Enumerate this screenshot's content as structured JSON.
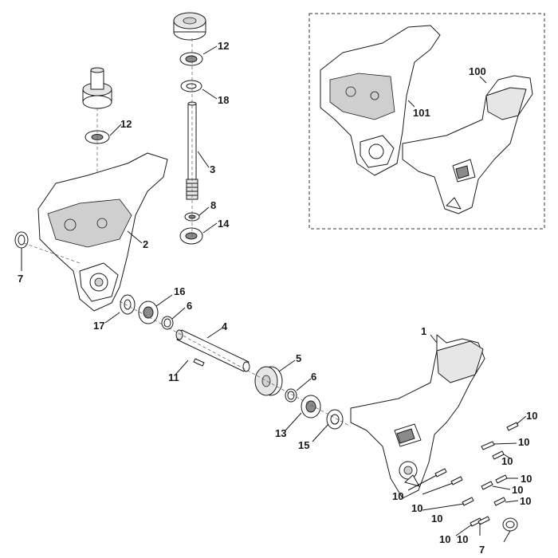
{
  "callouts": {
    "c12a": "12",
    "c18": "18",
    "c3": "3",
    "c12b": "12",
    "c8": "8",
    "c14": "14",
    "c2": "2",
    "c7a": "7",
    "c16": "16",
    "c6a": "6",
    "c17": "17",
    "c4": "4",
    "c11": "11",
    "c5": "5",
    "c6b": "6",
    "c13": "13",
    "c15": "15",
    "c1": "1",
    "c100": "100",
    "c101": "101",
    "c10a": "10",
    "c10b": "10",
    "c10c": "10",
    "c10d": "10",
    "c10e": "10",
    "c10f": "10",
    "c10g": "10",
    "c10h": "10",
    "c10i": "10",
    "c10j": "10",
    "c10k": "10",
    "c7b": "7"
  }
}
